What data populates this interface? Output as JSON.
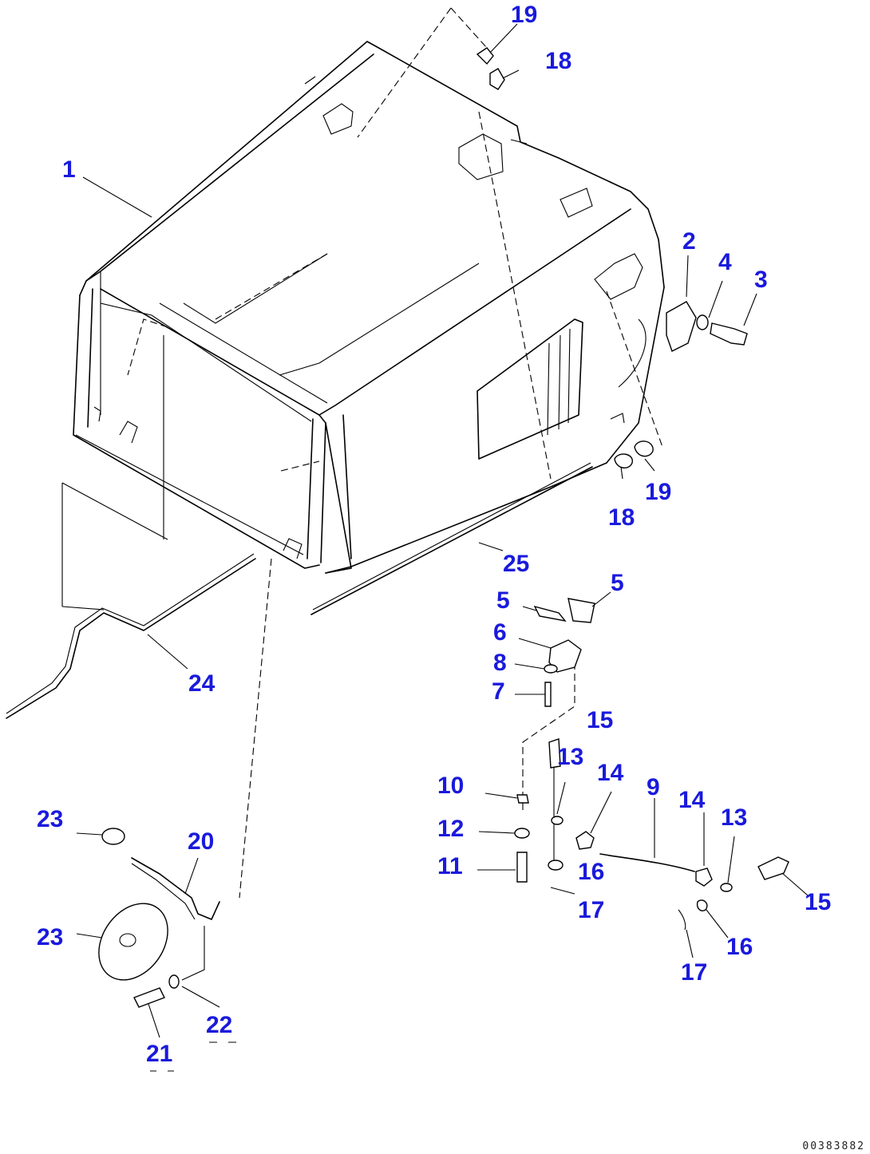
{
  "diagram": {
    "labels": [
      "1",
      "2",
      "3",
      "4",
      "5",
      "5",
      "6",
      "7",
      "8",
      "9",
      "10",
      "11",
      "12",
      "13",
      "13",
      "14",
      "14",
      "15",
      "15",
      "16",
      "16",
      "17",
      "17",
      "18",
      "18",
      "19",
      "19",
      "20",
      "21",
      "22",
      "23",
      "23",
      "24",
      "25"
    ],
    "label_color": "#1a1adc"
  },
  "footer": {
    "code": "00383882"
  }
}
